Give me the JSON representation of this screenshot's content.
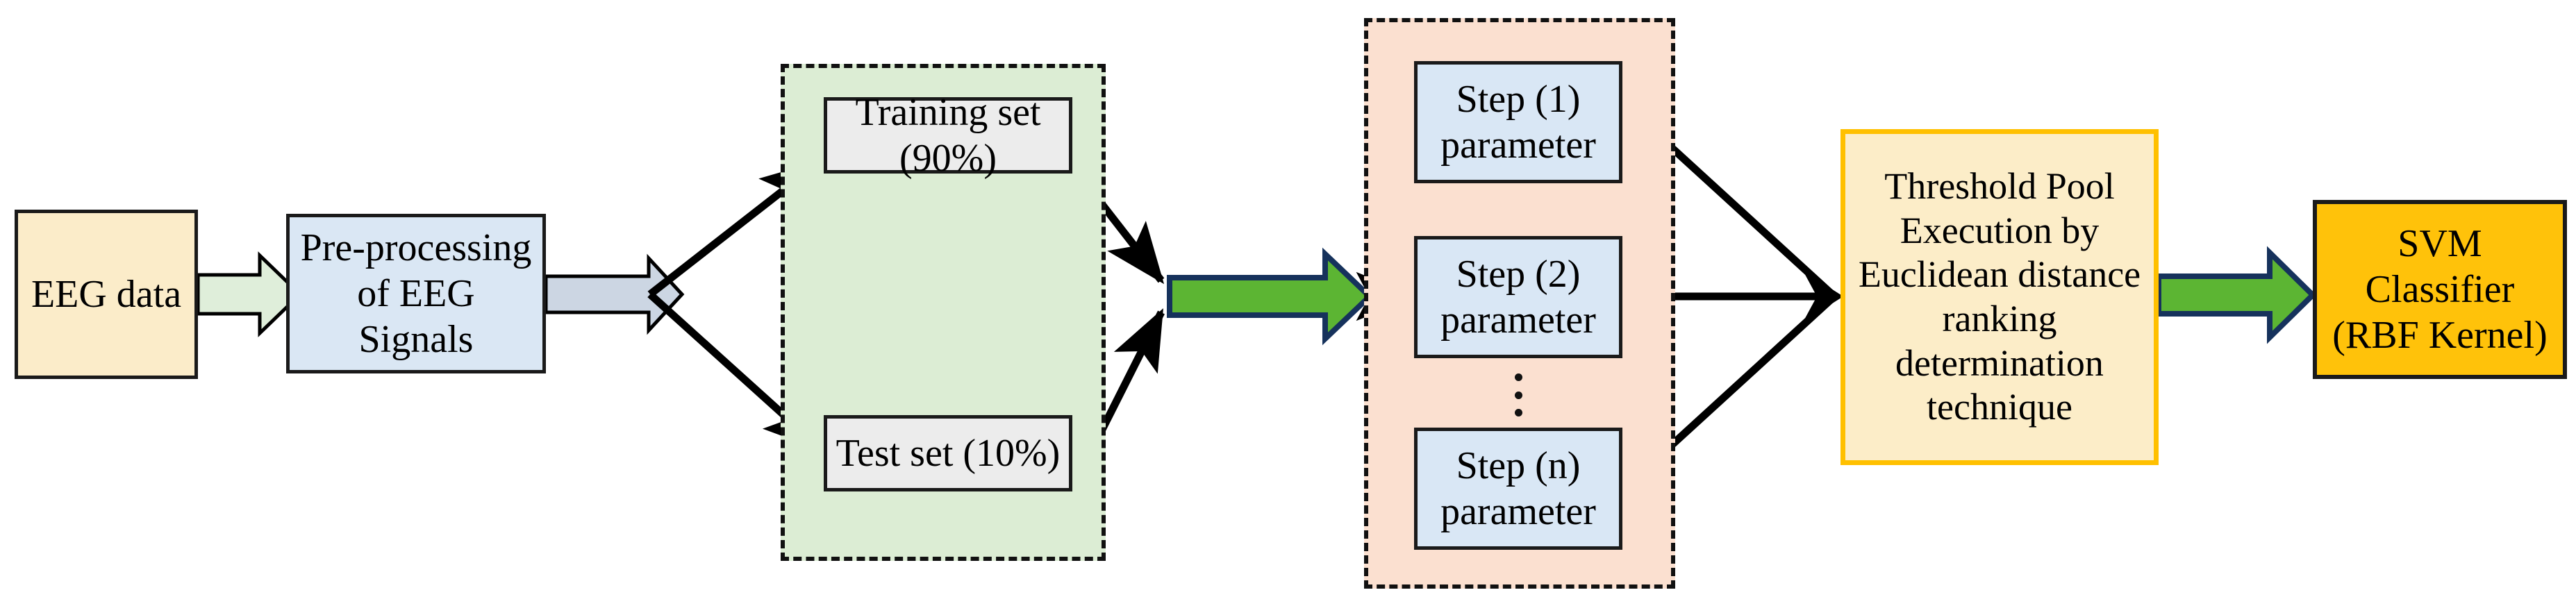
{
  "diagram": {
    "title": "EEG classification pipeline flowchart",
    "background": "#ffffff"
  },
  "nodes": {
    "eeg_data": {
      "label": "EEG data",
      "fill": "#fbecc9",
      "border": "#1a1a1a"
    },
    "preprocessing": {
      "label": "Pre-processing\nof EEG\nSignals",
      "fill": "#dae7f4",
      "border": "#1a1a1a"
    },
    "training_set": {
      "label": "Training set (90%)",
      "fill": "#ececec",
      "border": "#1a1a1a"
    },
    "test_set": {
      "label": "Test set (10%)",
      "fill": "#ececec",
      "border": "#1a1a1a"
    },
    "step_1": {
      "label": "Step (1)\nparameter",
      "fill": "#d9e7f5",
      "border": "#1a1a1a"
    },
    "step_2": {
      "label": "Step (2)\nparameter",
      "fill": "#d9e7f5",
      "border": "#1a1a1a"
    },
    "step_n": {
      "label": "Step (n)\nparameter",
      "fill": "#d9e7f5",
      "border": "#1a1a1a"
    },
    "threshold_pool": {
      "label": "Threshold Pool\nExecution by\nEuclidean distance\nranking\ndetermination\ntechnique",
      "fill": "#fcedc8",
      "border": "#ffc000"
    },
    "svm_classifier": {
      "label": "SVM\nClassifier\n(RBF Kernel)",
      "fill": "#ffc20a",
      "border": "#1a1a1a"
    }
  },
  "groups": {
    "data_split": {
      "fill": "#dcedd4",
      "border": "#111111",
      "style": "dashed"
    },
    "step_pool": {
      "fill": "#fbe0d0",
      "border": "#111111",
      "style": "dashed"
    }
  },
  "connectors": {
    "block_arrow_green_pale": {
      "fill": "#dfeeda",
      "stroke": "#000000"
    },
    "block_arrow_gray": {
      "fill": "#ccd6e3",
      "stroke": "#000000"
    },
    "block_arrow_green_1": {
      "fill": "#5cb533",
      "stroke": "#16325c"
    },
    "block_arrow_green_2": {
      "fill": "#5cb533",
      "stroke": "#16325c"
    },
    "line_color": "#000000"
  },
  "ellipsis": {
    "symbol": "vertical-ellipsis",
    "dot_count": 3
  }
}
